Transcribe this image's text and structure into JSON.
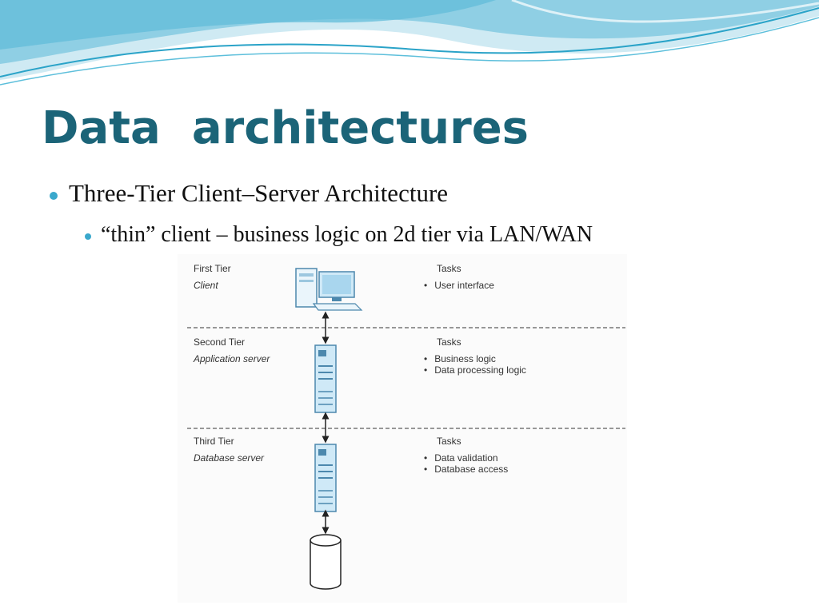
{
  "slide": {
    "title": "Data  architectures",
    "bullets": [
      {
        "text": "Three-Tier Client–Server Architecture"
      },
      {
        "text": "“thin” client – business logic on 2d tier via LAN/WAN"
      }
    ]
  },
  "diagram": {
    "tiers": [
      {
        "name": "First Tier",
        "role": "Client",
        "tasks_label": "Tasks",
        "tasks": [
          "User interface"
        ],
        "icon": "desktop-computer-icon"
      },
      {
        "name": "Second Tier",
        "role": "Application server",
        "tasks_label": "Tasks",
        "tasks": [
          "Business logic",
          "Data processing logic"
        ],
        "icon": "server-tower-icon"
      },
      {
        "name": "Third Tier",
        "role": "Database server",
        "tasks_label": "Tasks",
        "tasks": [
          "Data validation",
          "Database access"
        ],
        "icon": "server-tower-icon"
      }
    ],
    "storage_icon": "database-cylinder-icon"
  },
  "colors": {
    "title": "#1b6478",
    "bullet": "#3aa8cc",
    "wave_light": "#a9dcec",
    "wave_dark": "#4fb4d4",
    "device_fill": "#cfe9f7",
    "device_stroke": "#4c88ad"
  }
}
